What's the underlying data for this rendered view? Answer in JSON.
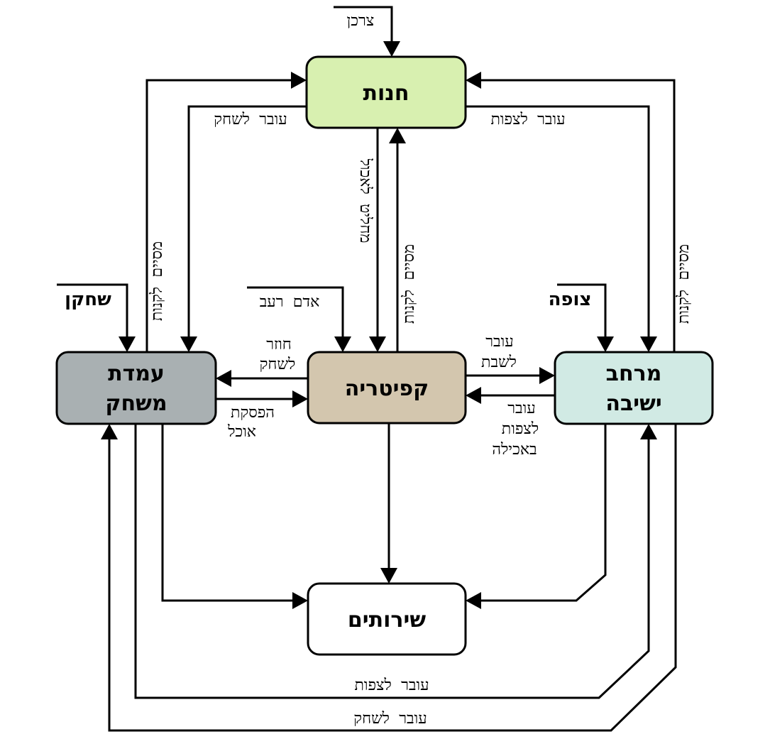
{
  "diagram": {
    "type": "state-flow",
    "direction": "rtl",
    "nodes": {
      "shop": {
        "label": "חנות",
        "color": "#d8f0b0"
      },
      "play_station": {
        "label_line1": "עמדת",
        "label_line2": "משחק",
        "color": "#a9b0b2"
      },
      "cafeteria": {
        "label": "קפיטריה",
        "color": "#d3c6ae"
      },
      "seating_area": {
        "label_line1": "מרחב",
        "label_line2": "ישיבה",
        "color": "#d1eae4"
      },
      "restrooms": {
        "label": "שירותים",
        "color": "#ffffff"
      }
    },
    "entries": {
      "consumer": {
        "label": "צרכן",
        "target": "shop"
      },
      "player": {
        "label": "שחקן",
        "target": "play_station"
      },
      "hungry_person": {
        "label": "אדם רעב",
        "target": "cafeteria"
      },
      "spectator": {
        "label": "צופה",
        "target": "seating_area"
      }
    },
    "edges": {
      "shop_to_play": {
        "label": "עובר לשחק",
        "from": "shop",
        "to": "play_station"
      },
      "shop_to_seat": {
        "label": "עובר לצפות",
        "from": "shop",
        "to": "seating_area"
      },
      "play_to_shop": {
        "label": "מסיים לקנות",
        "from": "play_station",
        "to": "shop"
      },
      "seat_to_shop": {
        "label": "מסיים לקנות",
        "from": "seating_area",
        "to": "shop"
      },
      "shop_to_cafe": {
        "label": "מחליט לאכול",
        "from": "shop",
        "to": "cafeteria"
      },
      "cafe_to_shop": {
        "label": "מסיים לקנות",
        "from": "cafeteria",
        "to": "shop"
      },
      "cafe_to_play": {
        "label_line1": "חוזר",
        "label_line2": "לשחק",
        "from": "cafeteria",
        "to": "play_station"
      },
      "play_to_cafe": {
        "label_line1": "הפסקת",
        "label_line2": "אוכל",
        "from": "play_station",
        "to": "cafeteria"
      },
      "cafe_to_seat": {
        "label_line1": "עובר",
        "label_line2": "לשבת",
        "from": "cafeteria",
        "to": "seating_area"
      },
      "seat_to_cafe": {
        "label_line1": "עובר",
        "label_line2": "לצפות",
        "label_line3": "באכילה",
        "from": "seating_area",
        "to": "cafeteria"
      },
      "cafe_to_rest": {
        "from": "cafeteria",
        "to": "restrooms"
      },
      "play_to_rest": {
        "from": "play_station",
        "to": "restrooms"
      },
      "seat_to_rest": {
        "from": "seating_area",
        "to": "restrooms"
      },
      "play_to_seat": {
        "label": "עובר לצפות",
        "from": "play_station",
        "to": "seating_area"
      },
      "seat_to_play": {
        "label": "עובר לשחק",
        "from": "seating_area",
        "to": "play_station"
      }
    }
  }
}
